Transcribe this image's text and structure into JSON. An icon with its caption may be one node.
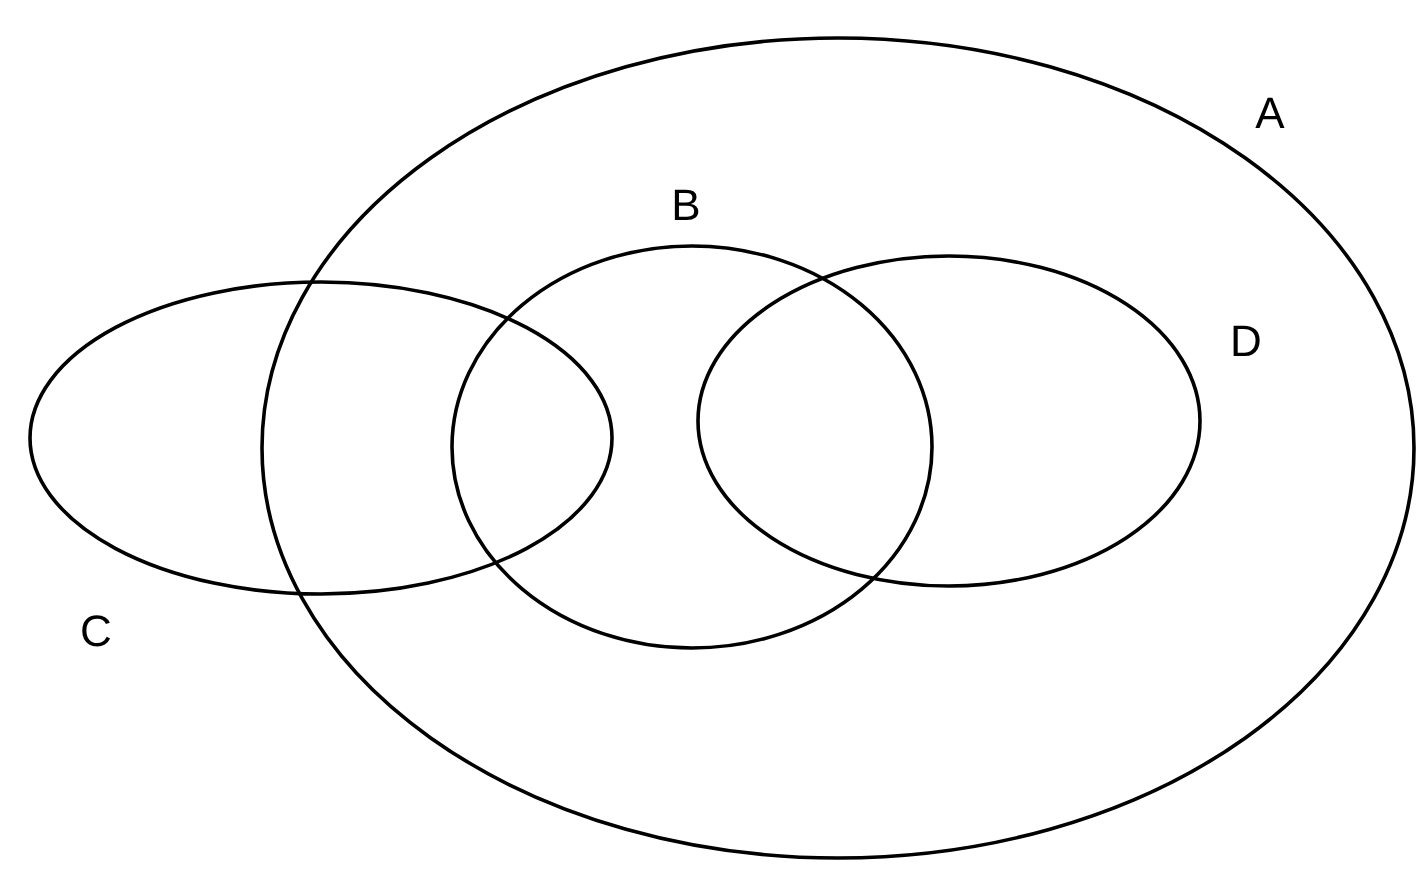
{
  "diagram": {
    "nodes": [
      {
        "text": [
          "A"
        ]
      },
      {
        "text": [
          "B"
        ],
        "in": 0
      },
      {
        "text": [
          "C"
        ]
      },
      {
        "text": [
          "D"
        ],
        "in": 0
      }
    ]
  }
}
